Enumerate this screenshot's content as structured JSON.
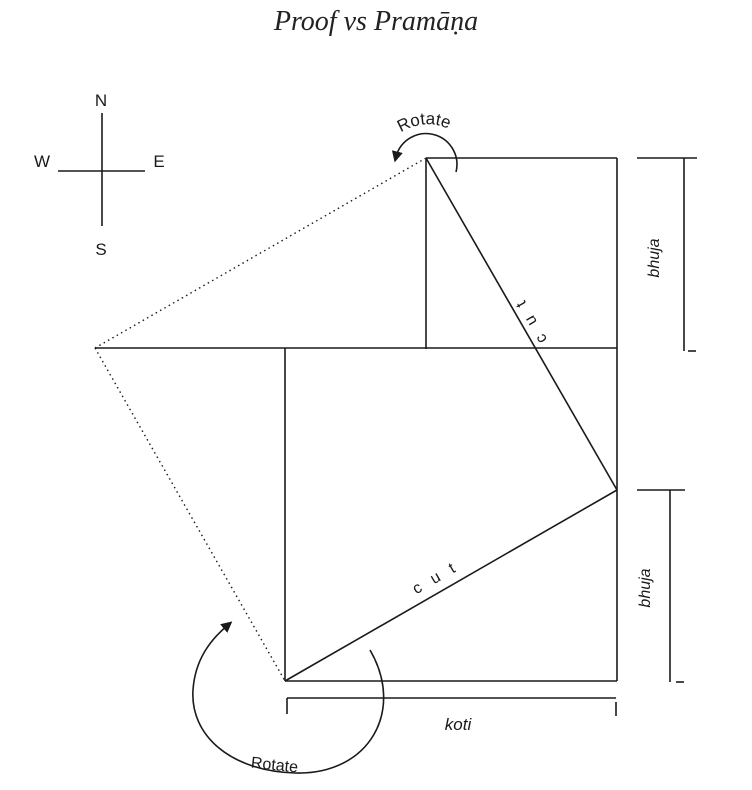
{
  "title": "Proof vs Pramāṇa",
  "compass": {
    "north": "N",
    "south": "S",
    "east": "E",
    "west": "W"
  },
  "labels": {
    "rotate_top": "Rotate",
    "rotate_bottom": "Rotate",
    "cut_upper": "c u t",
    "cut_lower": "c u t",
    "bhuja_upper": "bhuja",
    "bhuja_lower": "bhuja",
    "koti": "koti"
  }
}
